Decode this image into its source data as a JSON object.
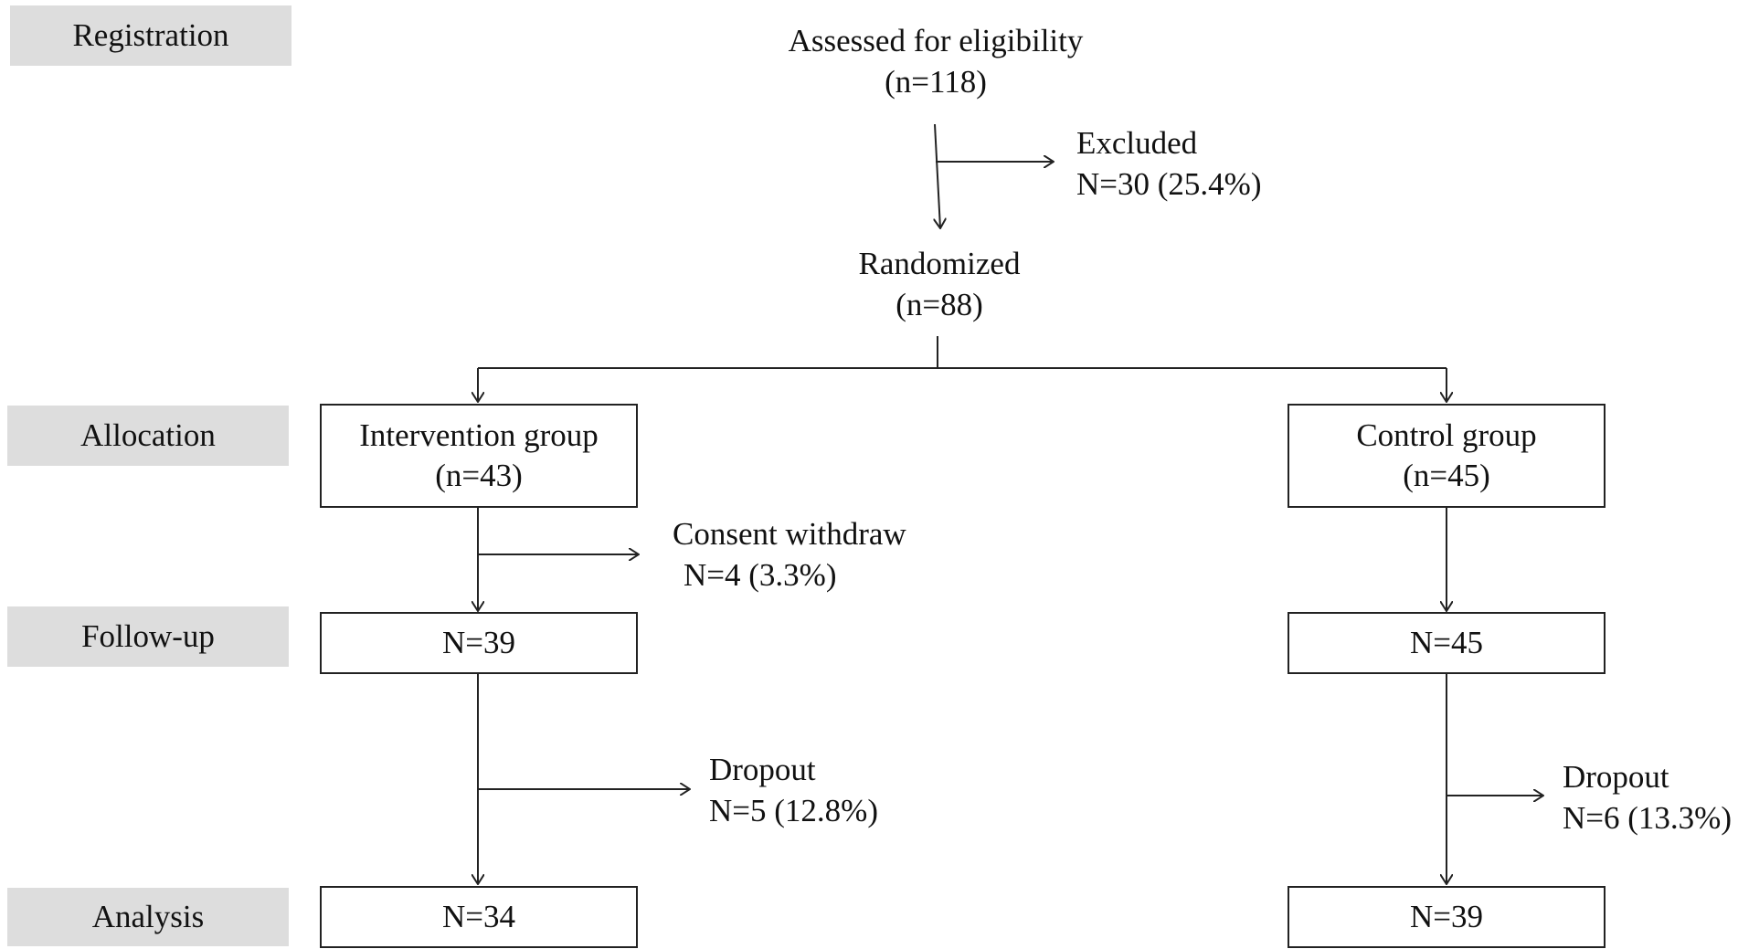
{
  "stages": {
    "registration": "Registration",
    "allocation": "Allocation",
    "follow_up": "Follow-up",
    "analysis": "Analysis"
  },
  "assessed": {
    "title": "Assessed for eligibility",
    "count": "(n=118)"
  },
  "excluded": {
    "title": "Excluded",
    "count": "N=30 (25.4%)"
  },
  "randomized": {
    "title": "Randomized",
    "count": "(n=88)"
  },
  "intervention": {
    "title": "Intervention group",
    "count": "(n=43)",
    "withdraw_title": "Consent withdraw",
    "withdraw_count": "N=4 (3.3%)",
    "follow_up": "N=39",
    "dropout_title": "Dropout",
    "dropout_count": "N=5 (12.8%)",
    "analysis": "N=34"
  },
  "control": {
    "title": "Control group",
    "count": "(n=45)",
    "follow_up": "N=45",
    "dropout_title": "Dropout",
    "dropout_count": "N=6 (13.3%)",
    "analysis": "N=39"
  },
  "colors": {
    "stage_background": "#dddddd",
    "line": "#222222"
  }
}
